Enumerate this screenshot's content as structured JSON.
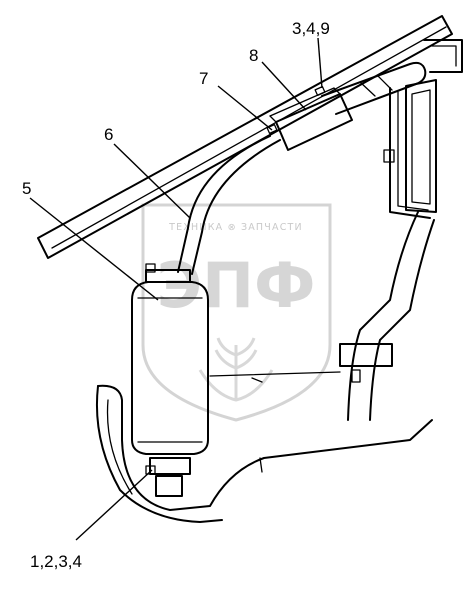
{
  "diagram": {
    "callouts": {
      "c1234": "1,2,3,4",
      "c5": "5",
      "c6": "6",
      "c7": "7",
      "c8": "8",
      "c349": "3,4,9"
    },
    "watermark": {
      "tagline": "ТЕХНИКА ⊗ ЗАПЧАСТИ",
      "brand": "ЭПФ"
    }
  }
}
